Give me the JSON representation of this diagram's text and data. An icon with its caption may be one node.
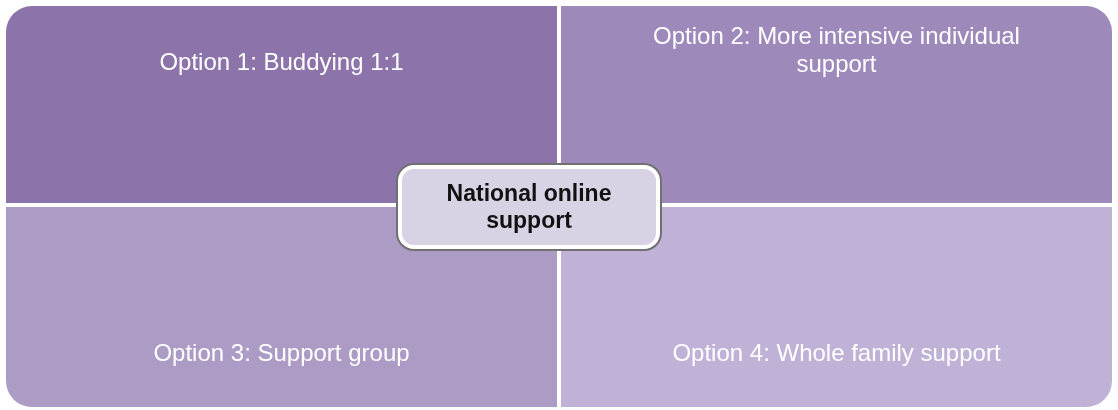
{
  "diagram": {
    "nodes": [
      {
        "text": [
          "Option 1: Buddying 1:1"
        ]
      },
      {
        "text": [
          "Option 2: More intensive individual support"
        ]
      },
      {
        "text": [
          "Option 3: Support group"
        ]
      },
      {
        "text": [
          "Option 4: Whole family support"
        ]
      },
      {
        "text": [
          "National online support"
        ]
      }
    ]
  }
}
